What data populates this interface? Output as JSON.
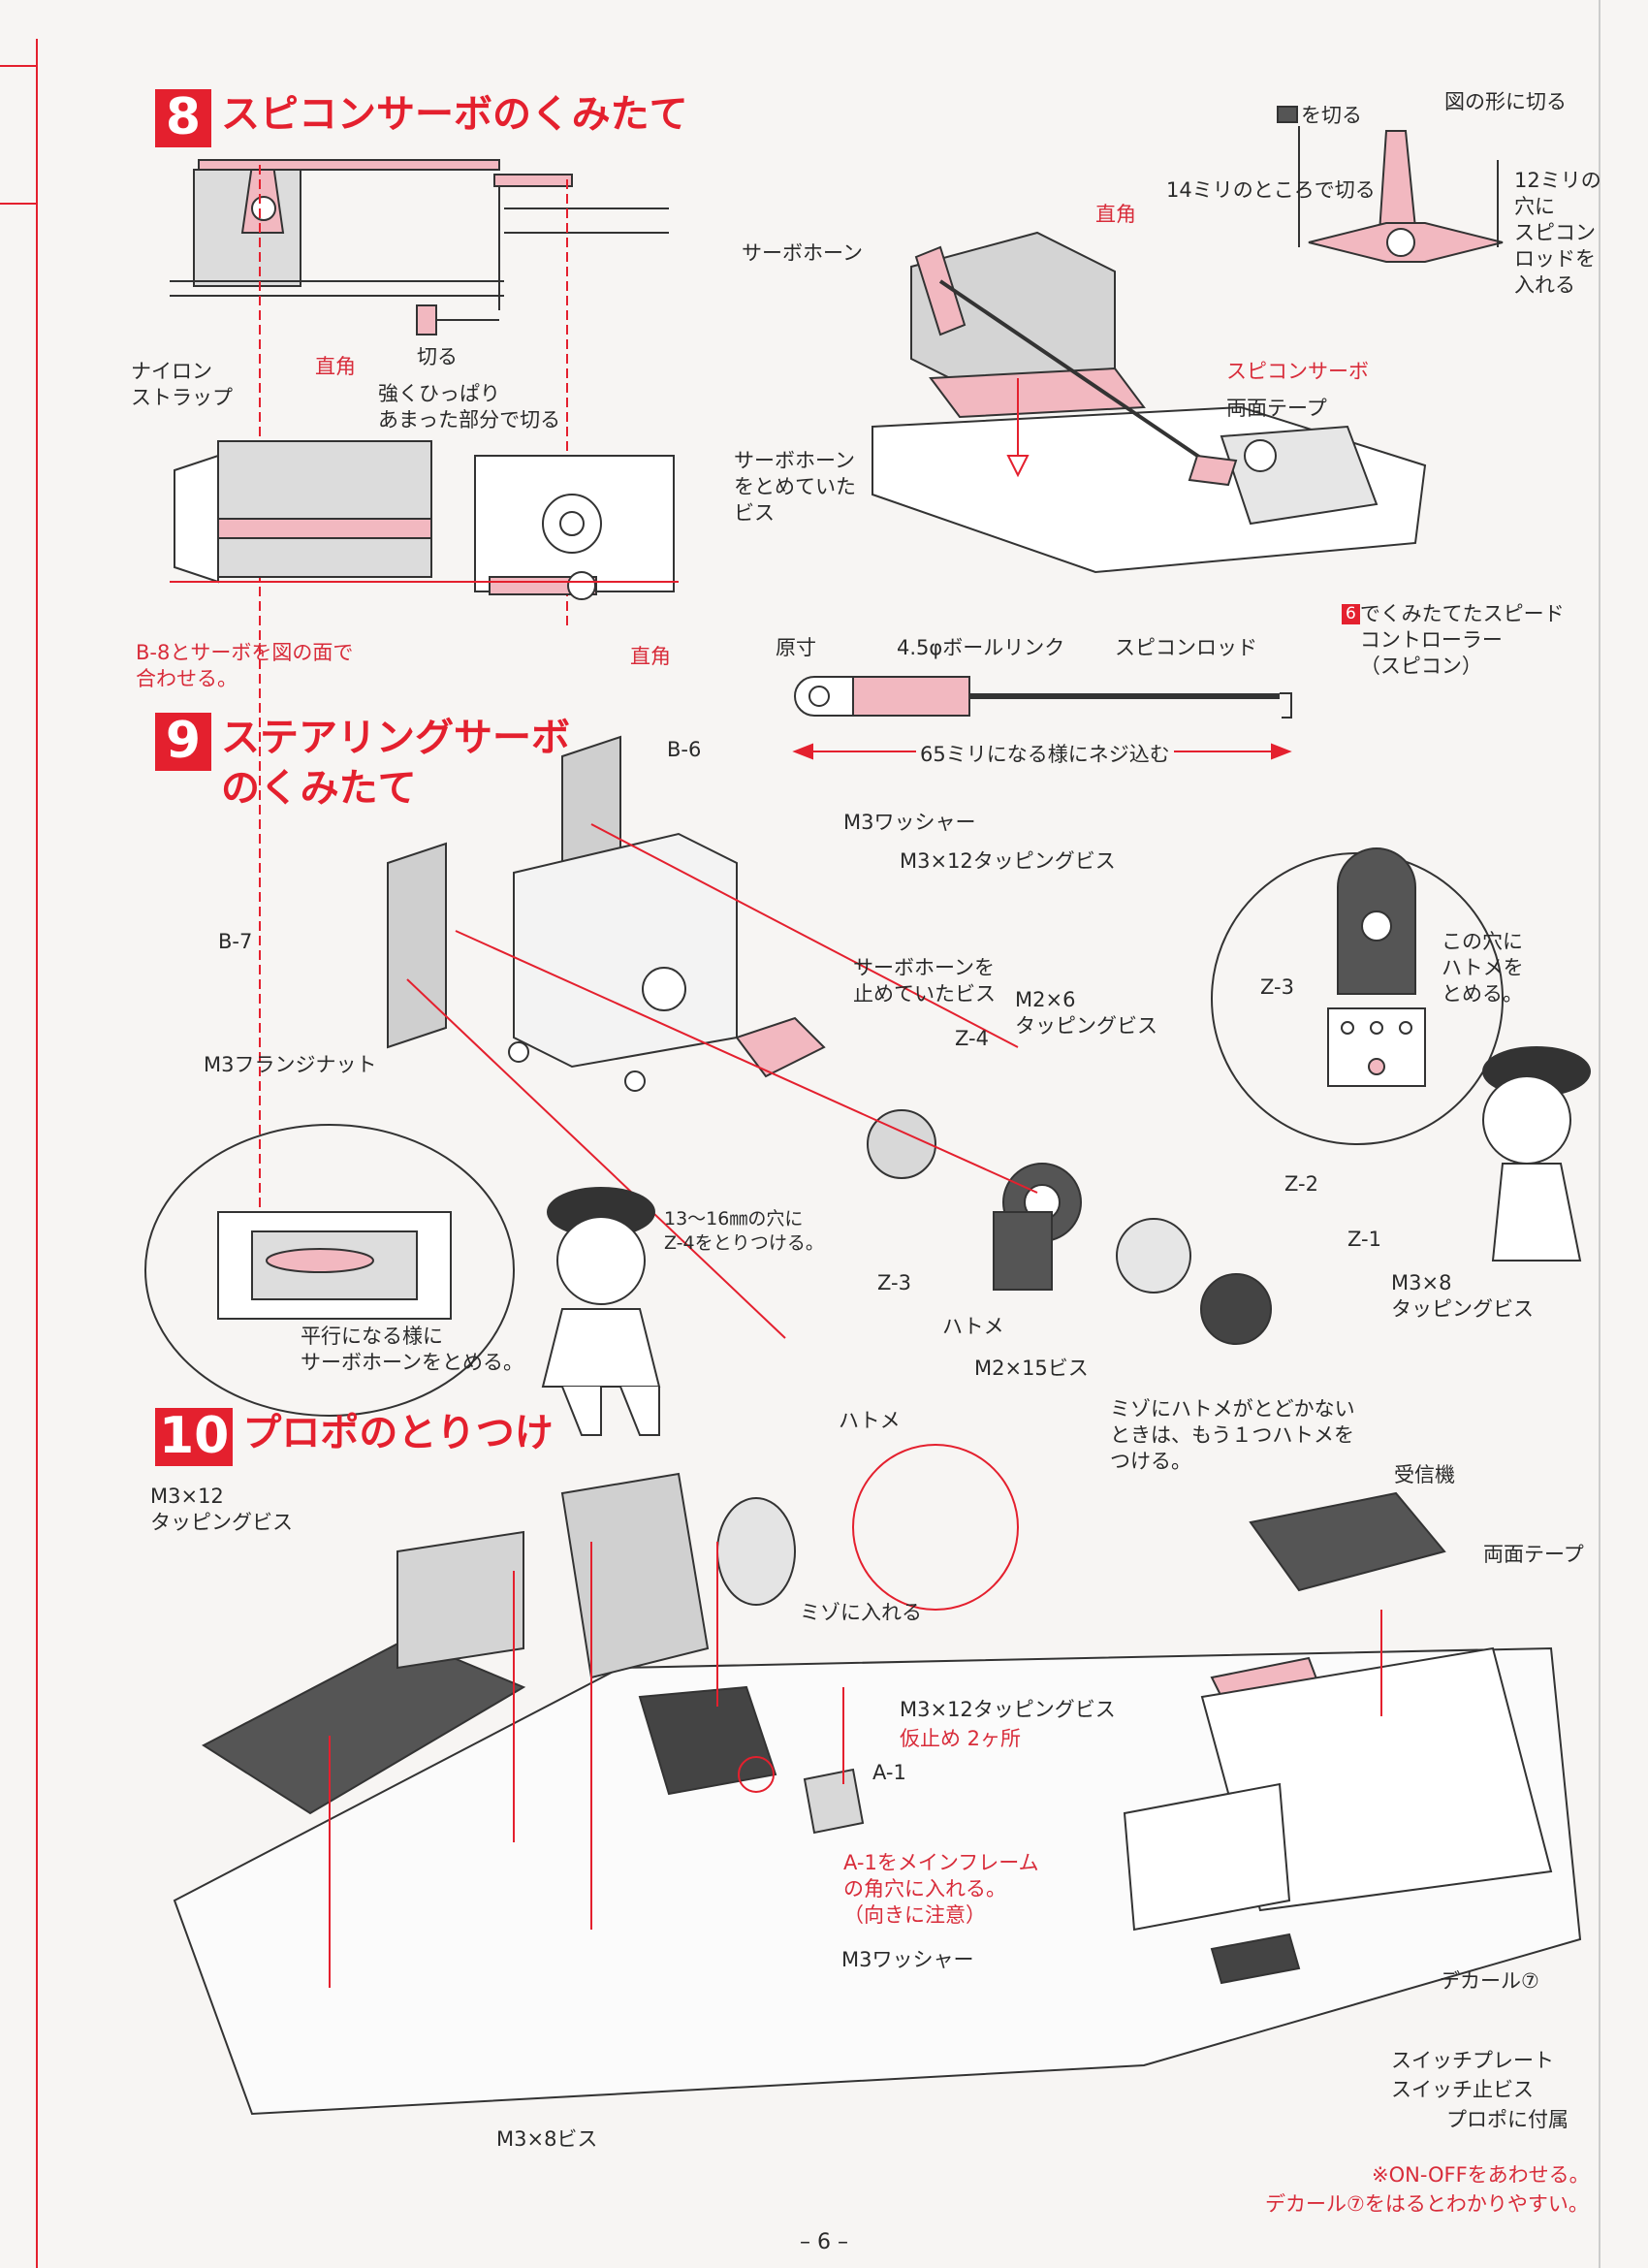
{
  "page_number": "– 6 –",
  "sections": {
    "s8": {
      "number": "8",
      "title": "スピコンサーボのくみたて"
    },
    "s9": {
      "number": "9",
      "title": "ステアリングサーボ\nのくみたて"
    },
    "s10": {
      "number": "10",
      "title": "プロポのとりつけ"
    }
  },
  "labels8": {
    "nylon_strap": "ナイロン\nストラップ",
    "right_angle_1": "直角",
    "cut": "切る",
    "pull_cut": "強くひっぱり\nあまった部分で切る",
    "align_b8": "B-8とサーボを図の面で\n合わせる。",
    "right_angle_2": "直角",
    "servo_horn": "サーボホーン",
    "right_angle_3": "直角",
    "horn_screw": "サーボホーン\nをとめていた\nビス",
    "spicon_servo": "スピコンサーボ",
    "double_tape": "両面テープ",
    "speed_controller_num": "6",
    "speed_controller": "でくみたてたスピード\nコントローラー\n（スピコン）",
    "hatch_cut": "を切る",
    "cut_to_shape": "図の形に切る",
    "cut_14mm": "14ミリのところで切る",
    "hole_12mm": "12ミリの\n穴に\nスピコン\nロッドを\n入れる",
    "actual_size": "原寸",
    "ball_link": "4.5φボールリンク",
    "spicon_rod": "スピコンロッド",
    "screw_65mm": "65ミリになる様にネジ込む"
  },
  "labels9": {
    "b6": "B-6",
    "b7": "B-7",
    "m3_washer": "M3ワッシャー",
    "m3x12": "M3×12タッピングビス",
    "horn_screw": "サーボホーンを\n止めていたビス",
    "m2x6": "M2×6\nタッピングビス",
    "z4": "Z-4",
    "m3_flange_nut": "M3フランジナット",
    "hole_13_16": "13～16㎜の穴に\nZ-4をとりつける。",
    "z3_a": "Z-3",
    "z3_b": "Z-3",
    "hatome_note": "この穴に\nハトメを\nとめる。",
    "z2": "Z-2",
    "z1": "Z-1",
    "m3x8": "M3×8\nタッピングビス",
    "hatome": "ハトメ",
    "m2x15": "M2×15ビス",
    "parallel_note": "平行になる様に\nサーボホーンをとめる。"
  },
  "labels10": {
    "m3x12": "M3×12\nタッピングビス",
    "hatome": "ハトメ",
    "groove_note": "ミゾにハトメがとどかない\nときは、もう１つハトメを\nつける。",
    "receiver": "受信機",
    "double_tape": "両面テープ",
    "into_groove": "ミゾに入れる",
    "m3x12_temp": "M3×12タッピングビス",
    "temp_fix": "仮止め 2ヶ所",
    "a1": "A-1",
    "a1_note": "A-1をメインフレーム\nの角穴に入れる。\n（向きに注意）",
    "m3_washer": "M3ワッシャー",
    "decal7": "デカール⑦",
    "switch_plate": "スイッチプレート",
    "switch_screw": "スイッチ止ビス",
    "included": "プロポに付属",
    "m3x8": "M3×8ビス",
    "note_onoff": "※ON-OFFをあわせる。",
    "note_decal": "デカール⑦をはるとわかりやすい。"
  },
  "colors": {
    "accent": "#e4202e",
    "pink": "#f2b8c0",
    "ink": "#2a2a2a"
  }
}
